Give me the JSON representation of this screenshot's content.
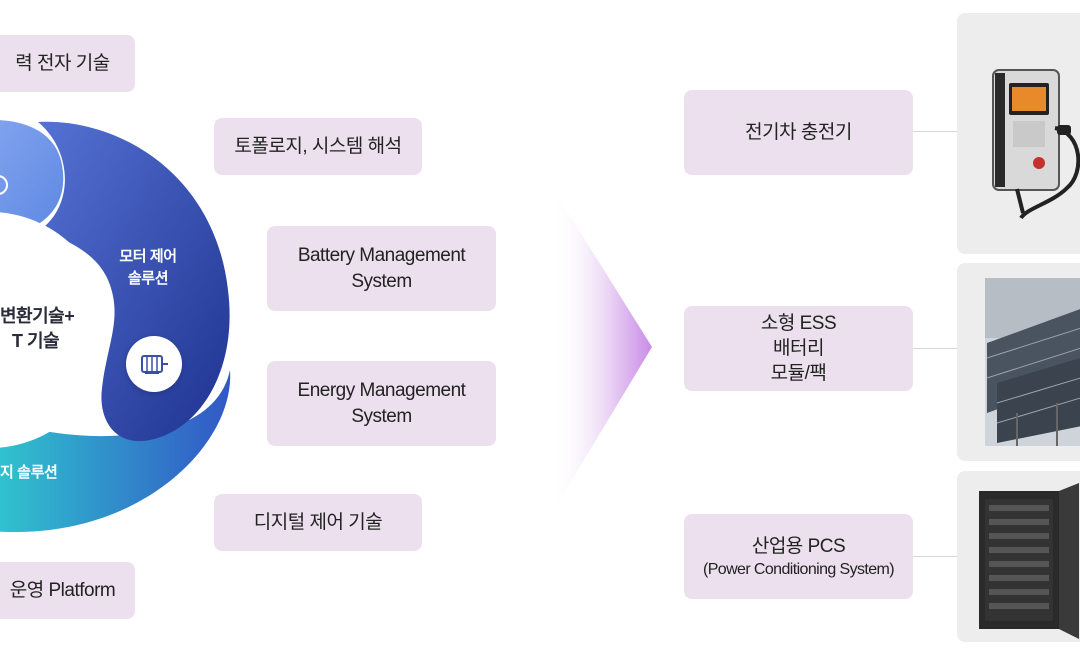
{
  "left_labels": {
    "power_electronics": "력 전자 기술",
    "operation_platform": "운영 Platform"
  },
  "ring": {
    "motor_control": [
      "모터 제어",
      "솔루션"
    ],
    "energy_solution": "지 솔루션",
    "center": [
      "변환기술+",
      "T 기술"
    ]
  },
  "tech_labels": {
    "topology": "토폴로지, 시스템 해석",
    "bms": [
      "Battery Management",
      "System"
    ],
    "ems": [
      "Energy Management",
      "System"
    ],
    "digital_control": "디지털 제어 기술"
  },
  "products": {
    "ev_charger": "전기차 충전기",
    "ess": [
      "소형 ESS",
      "배터리",
      "모듈/팩"
    ],
    "pcs": {
      "title": "산업용 PCS",
      "subtitle": "(Power Conditioning System)"
    }
  },
  "colors": {
    "pill_bg": "#ece0ee",
    "ring_dark": "#2a3f9b",
    "ring_light": "#6d9ae8",
    "ring_teal": "#2fd0cf",
    "arrow": "#c98ce6"
  }
}
